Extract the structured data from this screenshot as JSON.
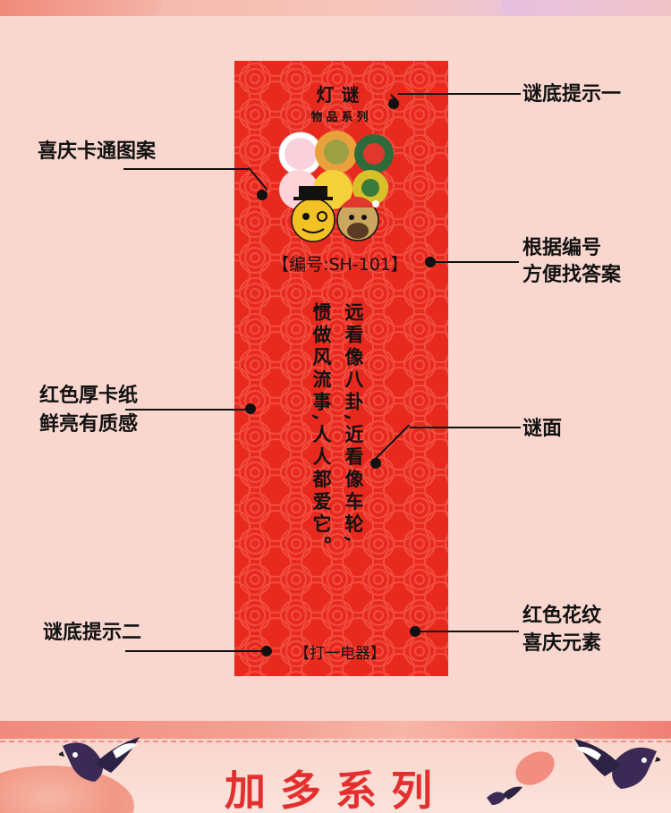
{
  "card": {
    "title": "灯谜",
    "subtitle": "物品系列",
    "code": "【编号:SH-101】",
    "riddle_col_1": "远看像八卦,近看像车轮,",
    "riddle_col_2": "惯做风流事,人人都爱它。",
    "category": "【打一电器】"
  },
  "callouts": {
    "hint_1": "谜底提示一",
    "cartoon": "喜庆卡通图案",
    "code_line_1": "根据编号",
    "code_line_2": "方便找答案",
    "cardstock_line_1": "红色厚卡纸",
    "cardstock_line_2": "鲜亮有质感",
    "riddle": "谜面",
    "hint_2": "谜底提示二",
    "pattern_line_1": "红色花纹",
    "pattern_line_2": "喜庆元素"
  },
  "banner": {
    "title": "加多系列"
  },
  "colors": {
    "background": "#f9d7cf",
    "card_red": "#e82a1e",
    "banner_title": "#e3302e"
  }
}
